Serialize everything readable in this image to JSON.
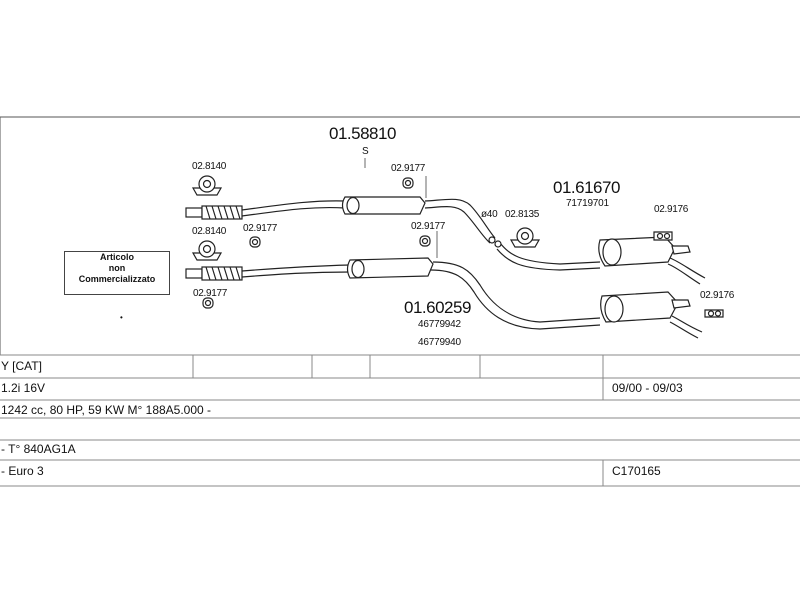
{
  "diagram": {
    "parts": {
      "p1": "01.58810",
      "p1_sub": "S",
      "p2": "01.61670",
      "p2_oe": "71719701",
      "p3": "01.60259",
      "p3_oe1": "46779942",
      "p3_oe2": "46779940"
    },
    "small_labels": {
      "a": "02.8140",
      "b": "02.9177",
      "c": "02.8140",
      "d": "02.9177",
      "e": "02.9177",
      "f": "02.9177",
      "g": "ø40",
      "h": "02.8135",
      "i": "02.9176",
      "j": "02.9176"
    },
    "note": [
      "Articolo",
      "non",
      "Commercializzato"
    ]
  },
  "table": {
    "rows": [
      {
        "left": "Y  [CAT]",
        "right": ""
      },
      {
        "left": "1.2i 16V",
        "right": "09/00 - 09/03"
      },
      {
        "left": "1242 cc, 80 HP, 59 KW  M° 188A5.000 -",
        "right": ""
      },
      {
        "left": "- T° 840AG1A",
        "right": ""
      },
      {
        "left": "- Euro 3",
        "right": "C170165"
      }
    ]
  }
}
